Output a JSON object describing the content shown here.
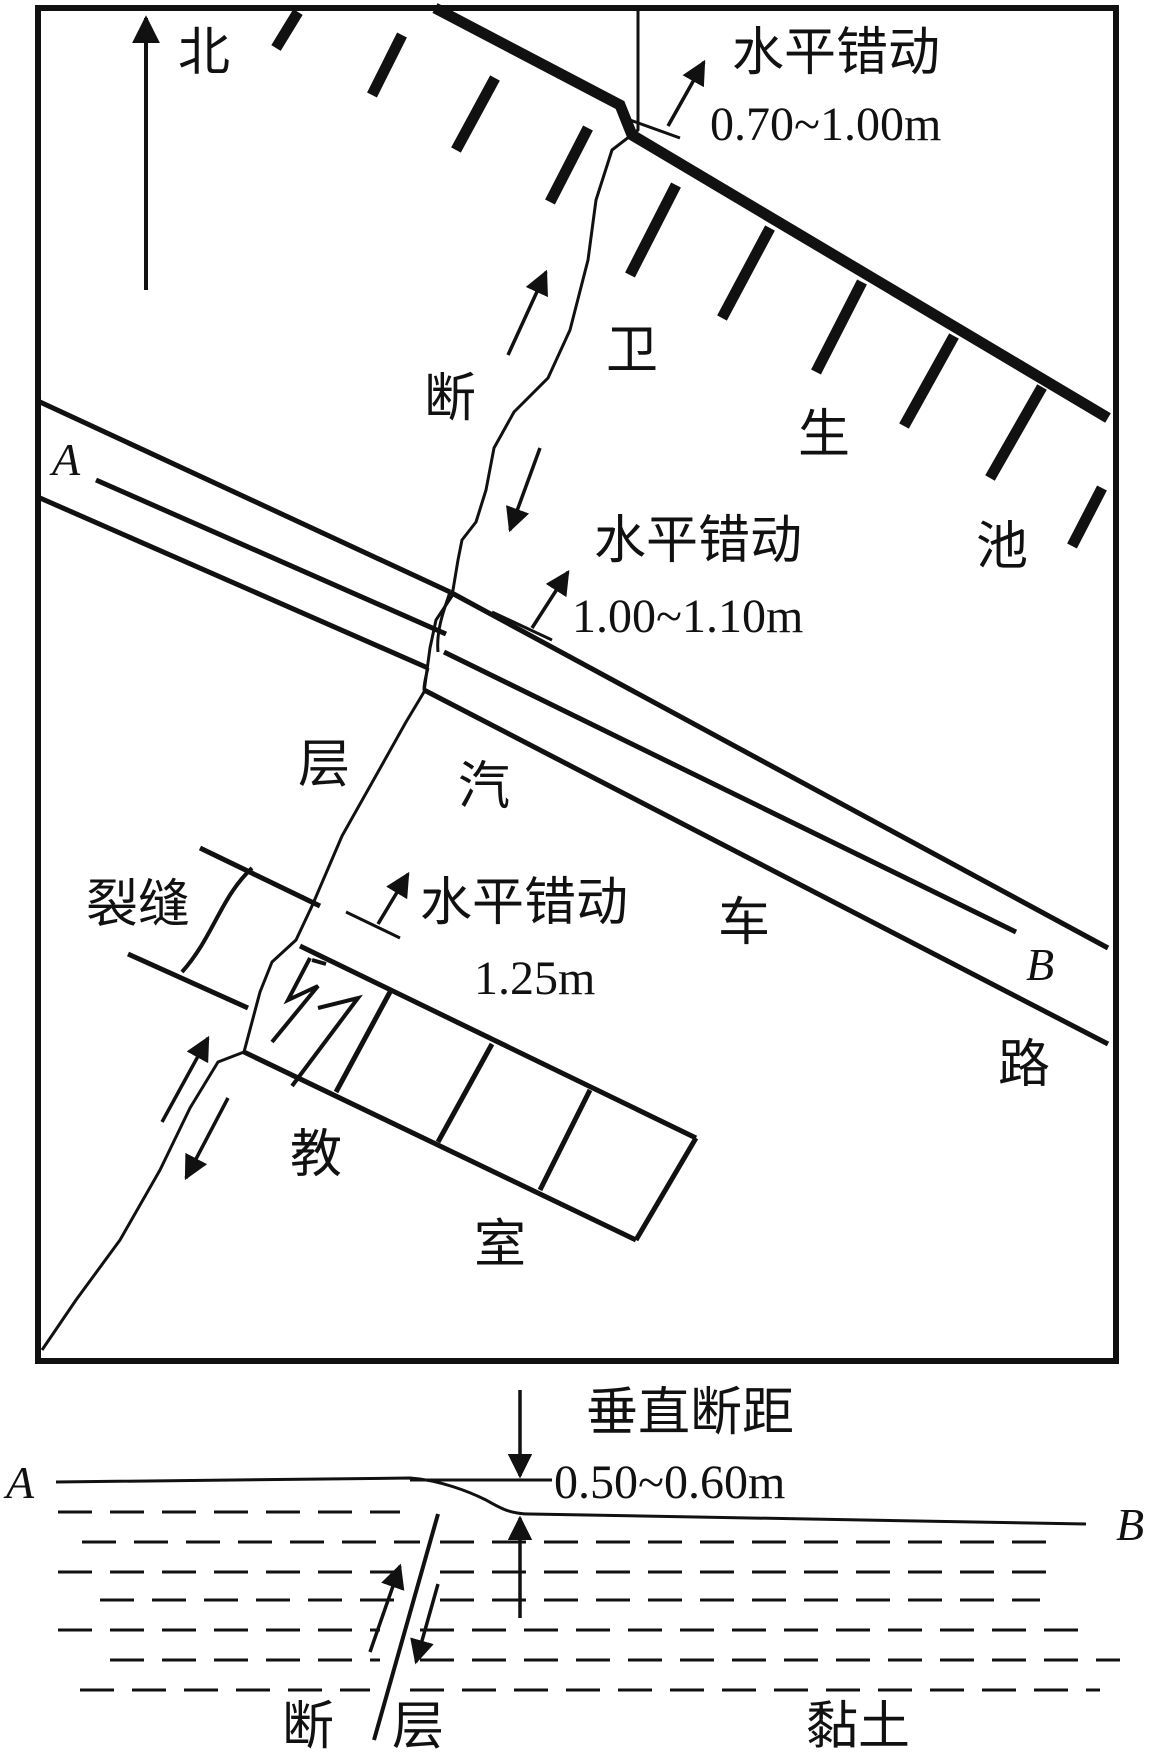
{
  "plan_view": {
    "north_label": "北",
    "offset_top": {
      "title": "水平错动",
      "value": "0.70~1.00m"
    },
    "offset_mid": {
      "title": "水平错动",
      "value": "1.00~1.10m"
    },
    "offset_low": {
      "title": "水平错动",
      "value": "1.25m"
    },
    "pond_label": [
      "卫",
      "生",
      "池"
    ],
    "fault_label": [
      "断",
      "层"
    ],
    "road_label": [
      "汽",
      "车",
      "路"
    ],
    "crack_label": "裂缝",
    "classroom_label": [
      "教",
      "室"
    ],
    "point_a": "A",
    "point_b": "B"
  },
  "section_view": {
    "throw_title": "垂直断距",
    "throw_value": "0.50~0.60m",
    "point_a": "A",
    "point_b": "B",
    "fault_label": [
      "断",
      "层"
    ],
    "clay_label": "黏土"
  }
}
